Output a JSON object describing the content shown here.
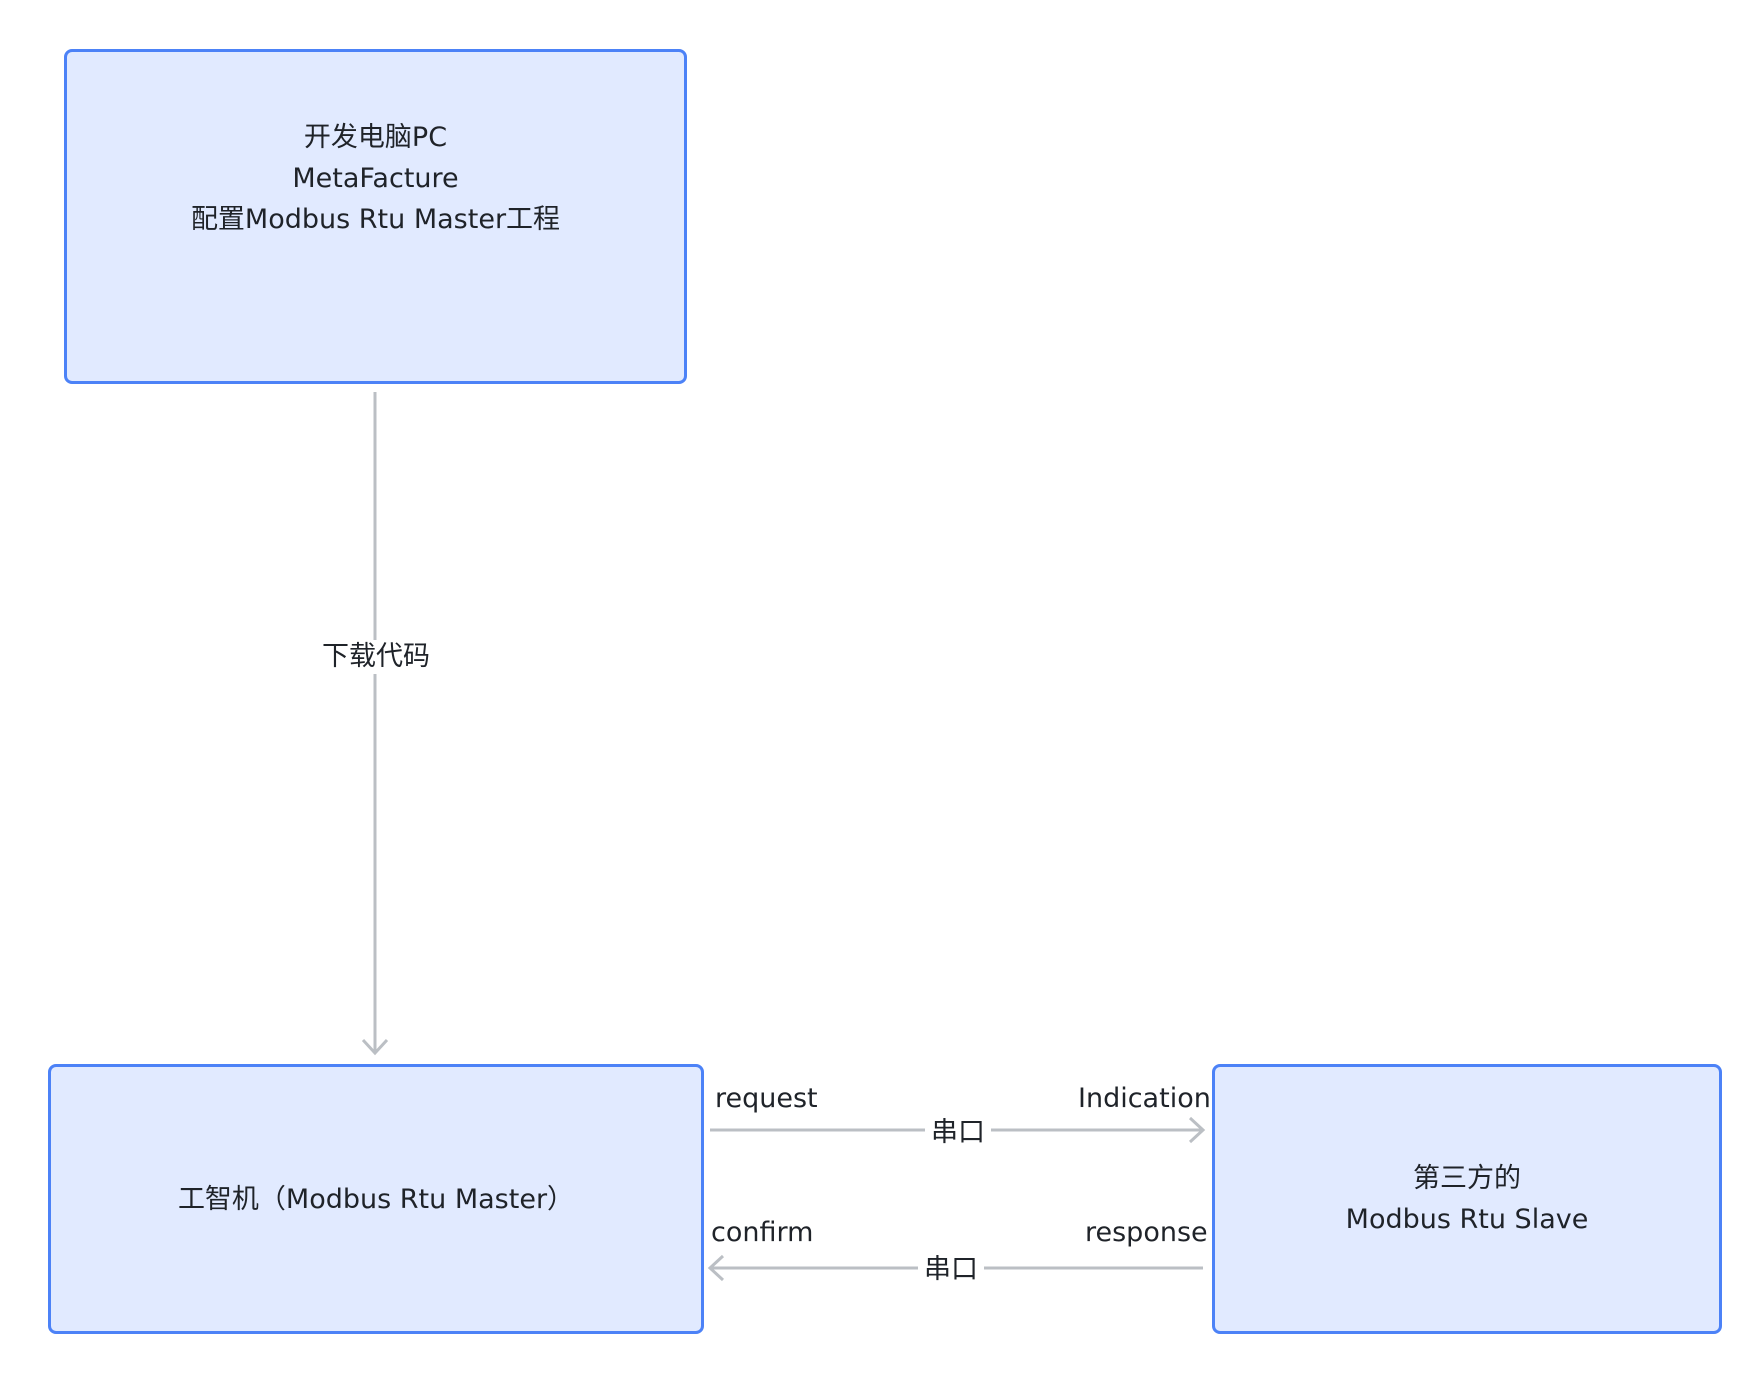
{
  "nodes": {
    "pc": {
      "lines": [
        "开发电脑PC",
        "MetaFacture",
        "配置Modbus Rtu Master工程"
      ]
    },
    "master": {
      "lines": [
        "工智机（Modbus Rtu Master）"
      ]
    },
    "slave": {
      "lines": [
        "第三方的",
        "Modbus Rtu Slave"
      ]
    }
  },
  "edges": {
    "download": {
      "label": "下载代码"
    },
    "master_to_slave": {
      "label": "串口",
      "start_label": "request",
      "end_label": "Indication"
    },
    "slave_to_master": {
      "label": "串口",
      "start_label": "response",
      "end_label": "confirm"
    }
  },
  "colors": {
    "node_fill": "#e1eaff",
    "node_border": "#4c82f7",
    "connector": "#bbbfc4",
    "text": "#1f2329"
  }
}
